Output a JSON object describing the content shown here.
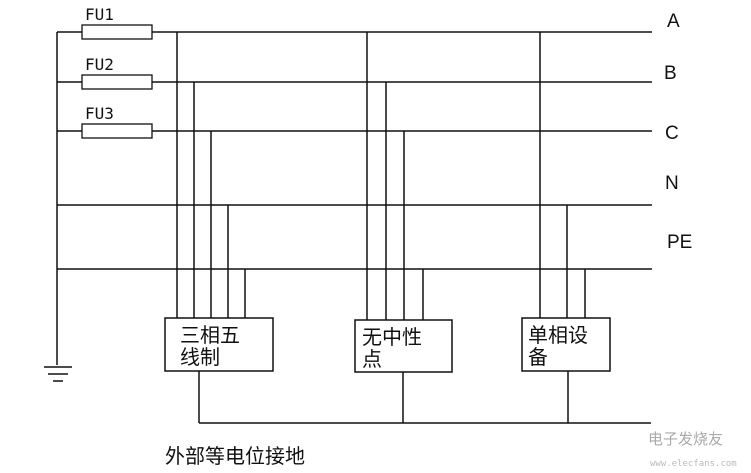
{
  "fuses": [
    "FU1",
    "FU2",
    "FU3"
  ],
  "lines": [
    "A",
    "B",
    "C",
    "N",
    "PE"
  ],
  "devices": {
    "three_phase_five_wire": [
      "三相五",
      "线制"
    ],
    "no_neutral": [
      "无中性",
      "点"
    ],
    "single_phase": [
      "单相设",
      "备"
    ]
  },
  "bottom_label": "外部等电位接地",
  "watermark": {
    "text": "电子发烧友",
    "sub": "www.elecfans.com"
  }
}
